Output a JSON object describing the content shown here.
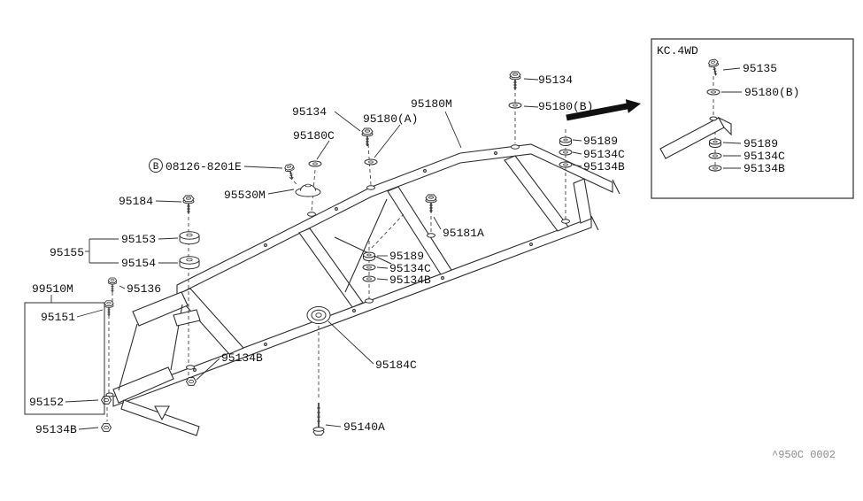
{
  "labels": {
    "p95134_a": "95134",
    "p95180B_a": "95180(B)",
    "p95180M": "95180M",
    "p95134_b": "95134",
    "p95180A": "95180(A)",
    "p95180C": "95180C",
    "bolt_ref_prefix": "B",
    "bolt_ref": "08126-8201E",
    "p95530M": "95530M",
    "p95184": "95184",
    "p95153": "95153",
    "p95154": "95154",
    "p95155": "95155",
    "p95136": "95136",
    "p99510M": "99510M",
    "p95151": "95151",
    "p95152": "95152",
    "p95134B_a": "95134B",
    "p95134B_b": "95134B",
    "p95184C": "95184C",
    "p95140A": "95140A",
    "p95181A": "95181A",
    "p95189_a": "95189",
    "p95134C_a": "95134C",
    "p95134B_c": "95134B",
    "p95189_b": "95189",
    "p95134C_b": "95134C",
    "p95134B_d": "95134B"
  },
  "inset": {
    "title": "KC.4WD",
    "labels": {
      "p95135": "95135",
      "p95180B": "95180(B)",
      "p95189": "95189",
      "p95134C": "95134C",
      "p95134B": "95134B"
    }
  },
  "watermark": "^950C 0002",
  "colors": {
    "line": "#2e2e2e",
    "label": "#111111",
    "watermark": "#8a8a8a"
  }
}
